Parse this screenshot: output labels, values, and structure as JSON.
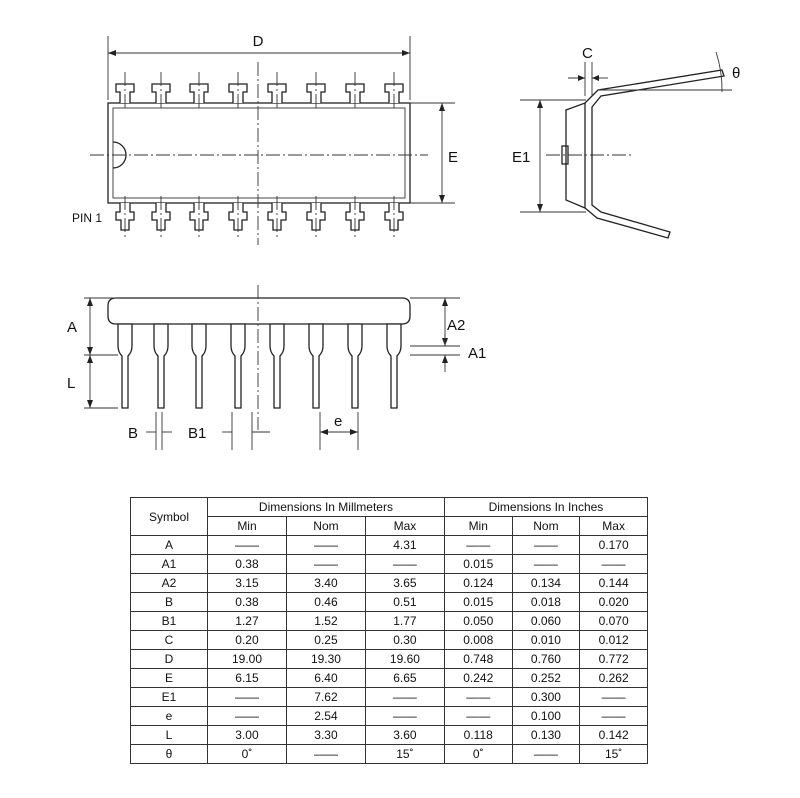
{
  "labels": {
    "D": "D",
    "E": "E",
    "E1": "E1",
    "C": "C",
    "theta": "θ",
    "pin1": "PIN 1",
    "A": "A",
    "A1": "A1",
    "A2": "A2",
    "L": "L",
    "B": "B",
    "B1": "B1",
    "e": "e"
  },
  "table": {
    "symbol_header": "Symbol",
    "group_mm": "Dimensions In Millmeters",
    "group_in": "Dimensions In Inches",
    "sub_headers": [
      "Min",
      "Nom",
      "Max",
      "Min",
      "Nom",
      "Max"
    ],
    "rows": [
      [
        "A",
        "——",
        "——",
        "4.31",
        "——",
        "——",
        "0.170"
      ],
      [
        "A1",
        "0.38",
        "——",
        "——",
        "0.015",
        "——",
        "——"
      ],
      [
        "A2",
        "3.15",
        "3.40",
        "3.65",
        "0.124",
        "0.134",
        "0.144"
      ],
      [
        "B",
        "0.38",
        "0.46",
        "0.51",
        "0.015",
        "0.018",
        "0.020"
      ],
      [
        "B1",
        "1.27",
        "1.52",
        "1.77",
        "0.050",
        "0.060",
        "0.070"
      ],
      [
        "C",
        "0.20",
        "0.25",
        "0.30",
        "0.008",
        "0.010",
        "0.012"
      ],
      [
        "D",
        "19.00",
        "19.30",
        "19.60",
        "0.748",
        "0.760",
        "0.772"
      ],
      [
        "E",
        "6.15",
        "6.40",
        "6.65",
        "0.242",
        "0.252",
        "0.262"
      ],
      [
        "E1",
        "——",
        "7.62",
        "——",
        "——",
        "0.300",
        "——"
      ],
      [
        "e",
        "——",
        "2.54",
        "——",
        "——",
        "0.100",
        "——"
      ],
      [
        "L",
        "3.00",
        "3.30",
        "3.60",
        "0.118",
        "0.130",
        "0.142"
      ],
      [
        "θ",
        "0˚",
        "——",
        "15˚",
        "0˚",
        "——",
        "15˚"
      ]
    ]
  }
}
